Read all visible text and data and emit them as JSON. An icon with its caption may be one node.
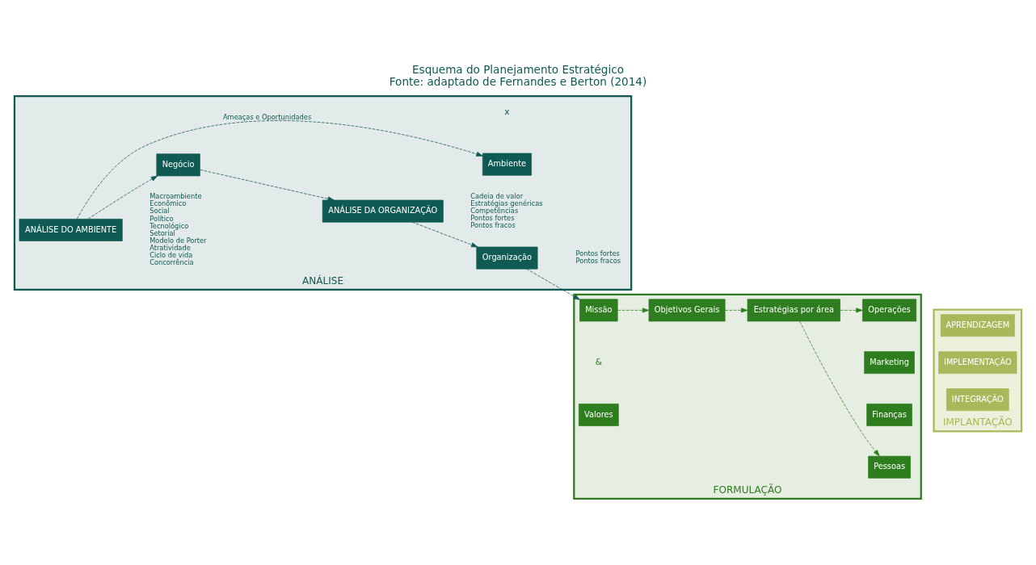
{
  "diagram": {
    "title": "Esquema do Planejamento Estratégico",
    "caption": "Fonte: adaptado de Fernandes e Berton (2014)",
    "nodes": [
      {
        "text": [
          "ANÁLISE"
        ]
      },
      {
        "text": [
          "FORMULAÇÃO"
        ]
      },
      {
        "text": [
          "IMPLANTAÇÃO"
        ]
      },
      {
        "text": [
          "ANÁLISE DO AMBIENTE"
        ],
        "in": 0,
        "beside": [
          "Macroambiente",
          "Econômico",
          "Social",
          "Político",
          "Tecnológico",
          "Setorial",
          "Modelo de Porter",
          "Atratividade",
          "Ciclo de vida",
          "Concorrência"
        ]
      },
      {
        "text": [
          "Negócio"
        ],
        "in": 0
      },
      {
        "text": [
          "Ambiente"
        ],
        "in": 0
      },
      {
        "text": [
          "Organização"
        ],
        "in": 0,
        "beside": [
          "Pontos fortes",
          "Pontos fracos"
        ]
      },
      {
        "text": [
          "ANÁLISE DA ORGANIZAÇÃO"
        ],
        "in": 0,
        "beside": [
          "Cadeia de valor",
          "Estratégias genéricas",
          "Competências",
          "Pontos fortes",
          "Pontos fracos"
        ]
      },
      {
        "text": [
          "Objetivos Gerais"
        ],
        "in": 1
      },
      {
        "text": [
          "Missão"
        ],
        "in": 1
      },
      {
        "text": [
          "Valores"
        ],
        "in": 1
      },
      {
        "text": [
          "Estratégias por área"
        ],
        "in": 1
      },
      {
        "text": [
          "Pessoas"
        ],
        "in": 1
      },
      {
        "text": [
          "Finanças"
        ],
        "in": 1
      },
      {
        "text": [
          "Marketing"
        ],
        "in": 1
      },
      {
        "text": [
          "Operações"
        ],
        "in": 1
      },
      {
        "text": [
          "INTEGRAÇÃO"
        ],
        "in": 2
      },
      {
        "text": [
          "IMPLEMENTAÇÃO"
        ],
        "in": 2
      },
      {
        "text": [
          "APRENDIZAGEM"
        ],
        "in": 2
      }
    ],
    "edges": [
      {
        "from": 3,
        "to": 4,
        "arrow": "to",
        "style": "dashed"
      },
      {
        "from": 3,
        "to": 5,
        "arrow": "to",
        "style": "dashed",
        "label": "Ameaças e Oportunidades"
      },
      {
        "from": 4,
        "to": 7,
        "arrow": "to",
        "style": "dashed"
      },
      {
        "from": 7,
        "to": 6,
        "arrow": "to",
        "style": "dashed"
      },
      {
        "from": 6,
        "to": 9,
        "arrow": "to",
        "style": "dashed"
      },
      {
        "from": 9,
        "to": 8,
        "arrow": "to",
        "style": "dashed"
      },
      {
        "from": 8,
        "to": 11,
        "arrow": "to",
        "style": "dashed"
      },
      {
        "from": 11,
        "to": 12,
        "arrow": "to",
        "style": "dashed"
      },
      {
        "from": 11,
        "to": 15,
        "arrow": "to",
        "style": "dashed"
      }
    ],
    "labels": [
      "x",
      "&"
    ]
  }
}
